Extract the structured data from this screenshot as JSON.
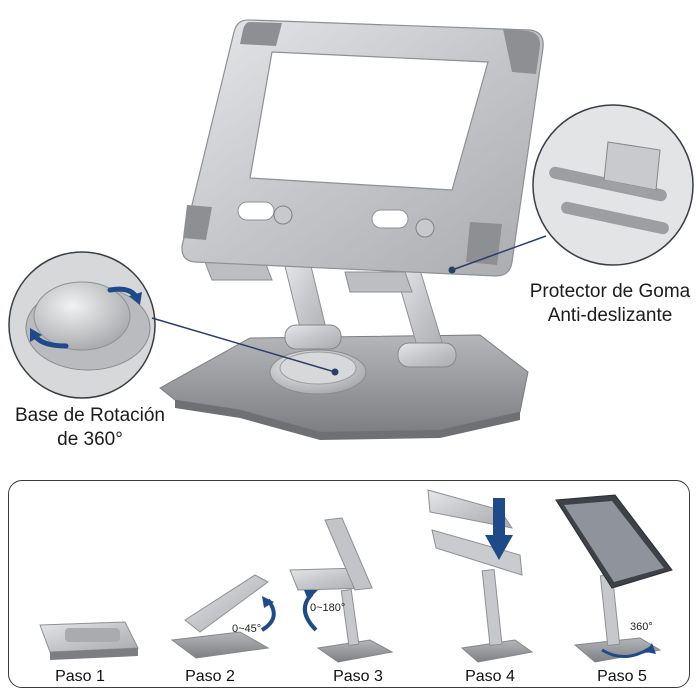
{
  "callouts": {
    "protector": [
      "Protector de Goma",
      "Anti-deslizante"
    ],
    "base": [
      "Base de Rotación",
      "de 360°"
    ]
  },
  "steps": [
    {
      "label": "Paso 1"
    },
    {
      "label": "Paso 2",
      "angle": "0~45°"
    },
    {
      "label": "Paso 3",
      "angle": "0~180°"
    },
    {
      "label": "Paso 4"
    },
    {
      "label": "Paso 5",
      "angle": "360°"
    }
  ],
  "colors": {
    "aluminum_light": "#d9dadc",
    "aluminum_mid": "#b7b9bc",
    "aluminum_dark": "#8e9094",
    "rubber_pad": "#8b8d90",
    "accent_blue": "#1f4a8a",
    "callout_line": "#2a3f66"
  }
}
